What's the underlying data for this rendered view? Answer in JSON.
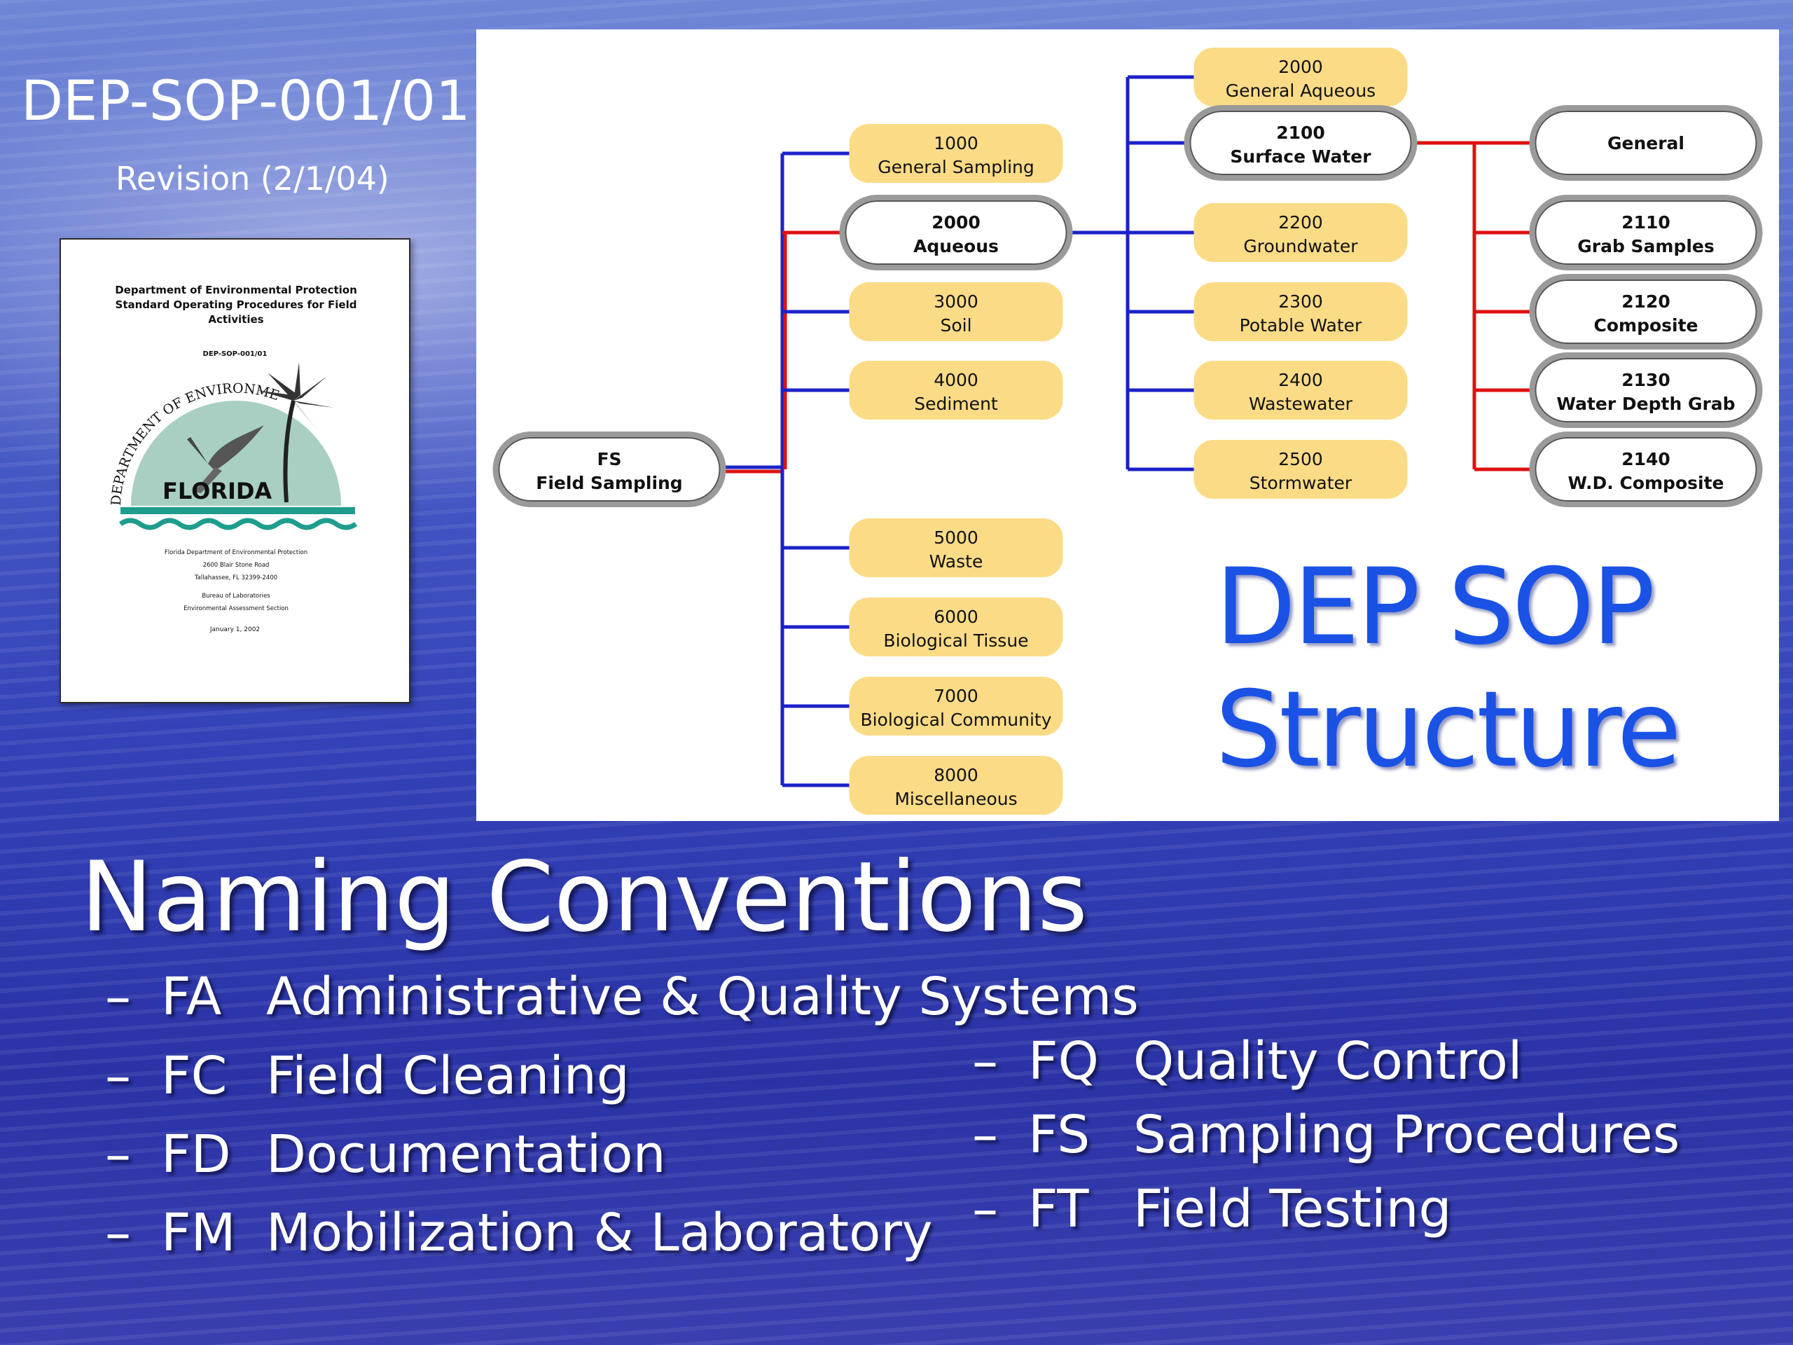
{
  "header": {
    "doc_id": "DEP-SOP-001/01",
    "revision": "Revision (2/1/04)"
  },
  "cover": {
    "heading": "Department of Environmental Protection Standard Operating Procedures for Field Activities",
    "doc_id": "DEP-SOP-001/01",
    "seal_ring_text": "DEPARTMENT OF ENVIRONMENTAL PROTECTION",
    "seal_word": "FLORIDA",
    "address_lines": [
      "Florida Department of Environmental Protection",
      "2600 Blair Stone Road",
      "Tallahassee, FL 32399-2400"
    ],
    "bureau_lines": [
      "Bureau of Laboratories",
      "Environmental Assessment Section"
    ],
    "date": "January 1, 2002"
  },
  "diagram": {
    "root": {
      "code": "FS",
      "label": "Field Sampling"
    },
    "level1": [
      {
        "code": "1000",
        "label": "General Sampling"
      },
      {
        "code": "2000",
        "label": "Aqueous"
      },
      {
        "code": "3000",
        "label": "Soil"
      },
      {
        "code": "4000",
        "label": "Sediment"
      },
      {
        "code": "5000",
        "label": "Waste"
      },
      {
        "code": "6000",
        "label": "Biological Tissue"
      },
      {
        "code": "7000",
        "label": "Biological Community"
      },
      {
        "code": "8000",
        "label": "Miscellaneous"
      }
    ],
    "level2": [
      {
        "code": "2000",
        "label": "General Aqueous"
      },
      {
        "code": "2100",
        "label": "Surface Water"
      },
      {
        "code": "2200",
        "label": "Groundwater"
      },
      {
        "code": "2300",
        "label": "Potable Water"
      },
      {
        "code": "2400",
        "label": "Wastewater"
      },
      {
        "code": "2500",
        "label": "Stormwater"
      }
    ],
    "level3": [
      {
        "code": "",
        "label": "General"
      },
      {
        "code": "2110",
        "label": "Grab Samples"
      },
      {
        "code": "2120",
        "label": "Composite"
      },
      {
        "code": "2130",
        "label": "Water Depth Grab"
      },
      {
        "code": "2140",
        "label": "W.D. Composite"
      }
    ],
    "colors": {
      "tree_line": "#1c22c8",
      "highlight_line": "#e01010",
      "node_fill": "#fbdb85",
      "selected_fill": "#ffffff"
    }
  },
  "big_title": {
    "line1": "DEP SOP",
    "line2": "Structure"
  },
  "naming": {
    "title": "Naming Conventions",
    "dash": "–",
    "left": [
      {
        "code": "FA",
        "label": "Administrative & Quality Systems"
      },
      {
        "code": "FC",
        "label": "Field Cleaning"
      },
      {
        "code": "FD",
        "label": "Documentation"
      },
      {
        "code": "FM",
        "label": "Mobilization & Laboratory"
      }
    ],
    "right": [
      {
        "code": "FQ",
        "label": "Quality Control"
      },
      {
        "code": "FS",
        "label": "Sampling Procedures"
      },
      {
        "code": "FT",
        "label": "Field Testing"
      }
    ]
  }
}
